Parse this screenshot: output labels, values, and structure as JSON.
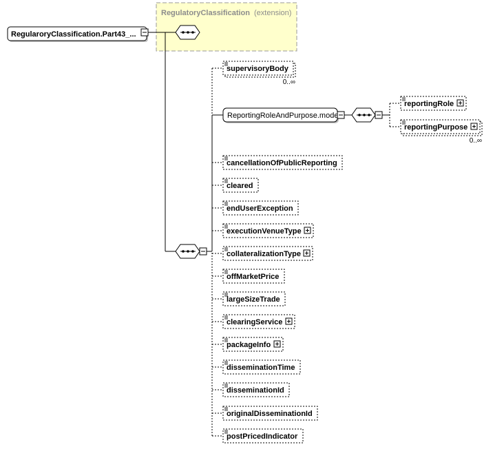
{
  "root": {
    "label": "RegularoryClassification.Part43_..."
  },
  "extension": {
    "name": "RegulatoryClassification",
    "note": "(extension)"
  },
  "model_group": {
    "label": "ReportingRoleAndPurpose.model"
  },
  "model_children": [
    {
      "label": "reportingRole",
      "expandable": true,
      "cardinality": ""
    },
    {
      "label": "reportingPurpose",
      "expandable": true,
      "cardinality": "0..∞"
    }
  ],
  "elements": [
    {
      "label": "supervisoryBody",
      "expandable": false,
      "cardinality": "0..∞"
    },
    {
      "label": "cancellationOfPublicReporting",
      "expandable": false,
      "cardinality": ""
    },
    {
      "label": "cleared",
      "expandable": false,
      "cardinality": ""
    },
    {
      "label": "endUserException",
      "expandable": false,
      "cardinality": ""
    },
    {
      "label": "executionVenueType",
      "expandable": true,
      "cardinality": ""
    },
    {
      "label": "collateralizationType",
      "expandable": true,
      "cardinality": ""
    },
    {
      "label": "offMarketPrice",
      "expandable": false,
      "cardinality": ""
    },
    {
      "label": "largeSizeTrade",
      "expandable": false,
      "cardinality": ""
    },
    {
      "label": "clearingService",
      "expandable": true,
      "cardinality": ""
    },
    {
      "label": "packageInfo",
      "expandable": true,
      "cardinality": ""
    },
    {
      "label": "disseminationTime",
      "expandable": false,
      "cardinality": ""
    },
    {
      "label": "disseminationId",
      "expandable": false,
      "cardinality": ""
    },
    {
      "label": "originalDisseminationId",
      "expandable": false,
      "cardinality": ""
    },
    {
      "label": "postPricedIndicator",
      "expandable": false,
      "cardinality": ""
    }
  ]
}
